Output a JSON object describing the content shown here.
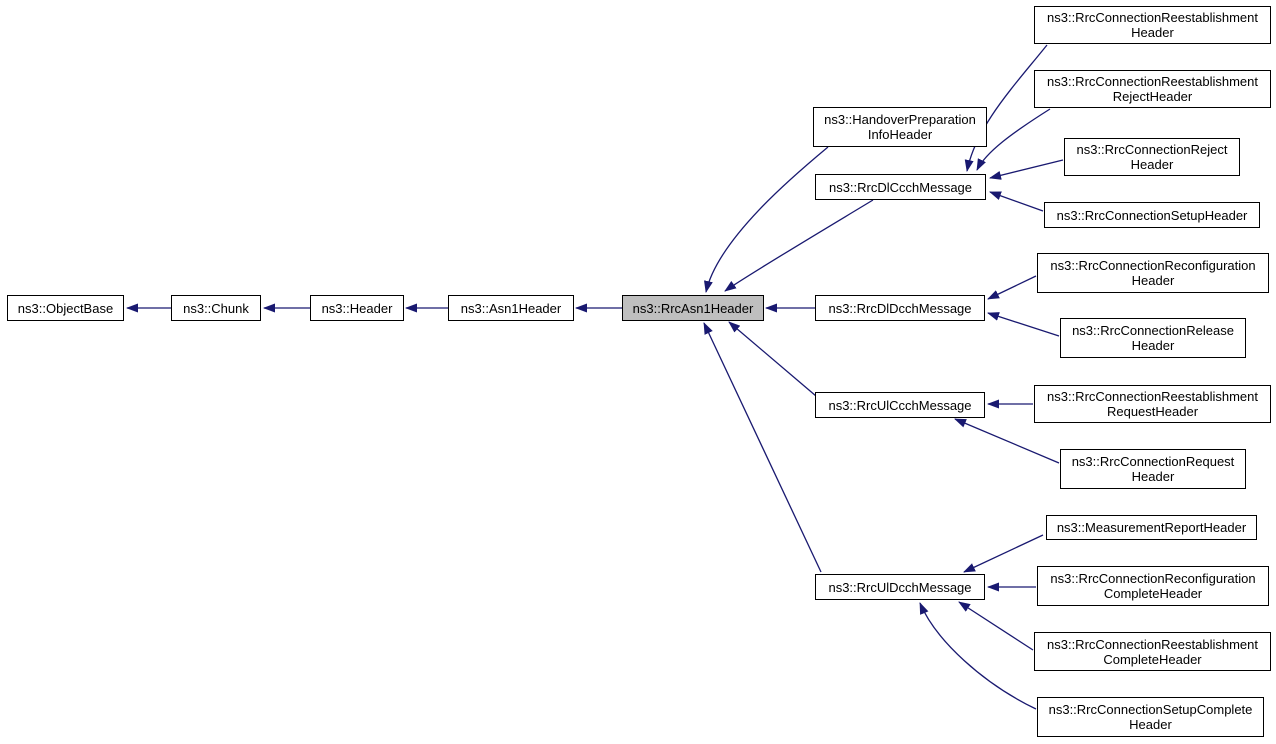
{
  "diagram_type": "class-inheritance-graph",
  "colors": {
    "arrow": "#191970",
    "box_border": "#000000",
    "box_fill": "#ffffff",
    "highlight_fill": "#bfbfbf",
    "text": "#000000"
  },
  "nodes": {
    "object_base": {
      "label": "ns3::ObjectBase",
      "lines": [
        "ns3::ObjectBase"
      ]
    },
    "chunk": {
      "label": "ns3::Chunk",
      "lines": [
        "ns3::Chunk"
      ]
    },
    "header": {
      "label": "ns3::Header",
      "lines": [
        "ns3::Header"
      ]
    },
    "asn1_header": {
      "label": "ns3::Asn1Header",
      "lines": [
        "ns3::Asn1Header"
      ]
    },
    "rrc_asn1_header": {
      "label": "ns3::RrcAsn1Header",
      "lines": [
        "ns3::RrcAsn1Header"
      ],
      "highlighted": true
    },
    "handover_preparation_info_header": {
      "label": "ns3::HandoverPreparationInfoHeader",
      "lines": [
        "ns3::HandoverPreparation",
        "InfoHeader"
      ]
    },
    "rrc_dl_ccch_message": {
      "label": "ns3::RrcDlCcchMessage",
      "lines": [
        "ns3::RrcDlCcchMessage"
      ]
    },
    "rrc_dl_dcch_message": {
      "label": "ns3::RrcDlDcchMessage",
      "lines": [
        "ns3::RrcDlDcchMessage"
      ]
    },
    "rrc_ul_ccch_message": {
      "label": "ns3::RrcUlCcchMessage",
      "lines": [
        "ns3::RrcUlCcchMessage"
      ]
    },
    "rrc_ul_dcch_message": {
      "label": "ns3::RrcUlDcchMessage",
      "lines": [
        "ns3::RrcUlDcchMessage"
      ]
    },
    "rrc_connection_reestablishment_header": {
      "label": "ns3::RrcConnectionReestablishmentHeader",
      "lines": [
        "ns3::RrcConnectionReestablishment",
        "Header"
      ]
    },
    "rrc_connection_reestablishment_reject_header": {
      "label": "ns3::RrcConnectionReestablishmentRejectHeader",
      "lines": [
        "ns3::RrcConnectionReestablishment",
        "RejectHeader"
      ]
    },
    "rrc_connection_reject_header": {
      "label": "ns3::RrcConnectionRejectHeader",
      "lines": [
        "ns3::RrcConnectionReject",
        "Header"
      ]
    },
    "rrc_connection_setup_header": {
      "label": "ns3::RrcConnectionSetupHeader",
      "lines": [
        "ns3::RrcConnectionSetupHeader"
      ]
    },
    "rrc_connection_reconfiguration_header": {
      "label": "ns3::RrcConnectionReconfigurationHeader",
      "lines": [
        "ns3::RrcConnectionReconfiguration",
        "Header"
      ]
    },
    "rrc_connection_release_header": {
      "label": "ns3::RrcConnectionReleaseHeader",
      "lines": [
        "ns3::RrcConnectionRelease",
        "Header"
      ]
    },
    "rrc_connection_reestablishment_request_header": {
      "label": "ns3::RrcConnectionReestablishmentRequestHeader",
      "lines": [
        "ns3::RrcConnectionReestablishment",
        "RequestHeader"
      ]
    },
    "rrc_connection_request_header": {
      "label": "ns3::RrcConnectionRequestHeader",
      "lines": [
        "ns3::RrcConnectionRequest",
        "Header"
      ]
    },
    "measurement_report_header": {
      "label": "ns3::MeasurementReportHeader",
      "lines": [
        "ns3::MeasurementReportHeader"
      ]
    },
    "rrc_connection_reconfiguration_complete_header": {
      "label": "ns3::RrcConnectionReconfigurationCompleteHeader",
      "lines": [
        "ns3::RrcConnectionReconfiguration",
        "CompleteHeader"
      ]
    },
    "rrc_connection_reestablishment_complete_header": {
      "label": "ns3::RrcConnectionReestablishmentCompleteHeader",
      "lines": [
        "ns3::RrcConnectionReestablishment",
        "CompleteHeader"
      ]
    },
    "rrc_connection_setup_complete_header": {
      "label": "ns3::RrcConnectionSetupCompleteHeader",
      "lines": [
        "ns3::RrcConnectionSetupComplete",
        "Header"
      ]
    }
  },
  "edges": [
    {
      "from": "chunk",
      "to": "object_base"
    },
    {
      "from": "header",
      "to": "chunk"
    },
    {
      "from": "asn1_header",
      "to": "header"
    },
    {
      "from": "rrc_asn1_header",
      "to": "asn1_header"
    },
    {
      "from": "handover_preparation_info_header",
      "to": "rrc_asn1_header"
    },
    {
      "from": "rrc_dl_ccch_message",
      "to": "rrc_asn1_header"
    },
    {
      "from": "rrc_dl_dcch_message",
      "to": "rrc_asn1_header"
    },
    {
      "from": "rrc_ul_ccch_message",
      "to": "rrc_asn1_header"
    },
    {
      "from": "rrc_ul_dcch_message",
      "to": "rrc_asn1_header"
    },
    {
      "from": "rrc_connection_reestablishment_header",
      "to": "rrc_dl_ccch_message"
    },
    {
      "from": "rrc_connection_reestablishment_reject_header",
      "to": "rrc_dl_ccch_message"
    },
    {
      "from": "rrc_connection_reject_header",
      "to": "rrc_dl_ccch_message"
    },
    {
      "from": "rrc_connection_setup_header",
      "to": "rrc_dl_ccch_message"
    },
    {
      "from": "rrc_connection_reconfiguration_header",
      "to": "rrc_dl_dcch_message"
    },
    {
      "from": "rrc_connection_release_header",
      "to": "rrc_dl_dcch_message"
    },
    {
      "from": "rrc_connection_reestablishment_request_header",
      "to": "rrc_ul_ccch_message"
    },
    {
      "from": "rrc_connection_request_header",
      "to": "rrc_ul_ccch_message"
    },
    {
      "from": "measurement_report_header",
      "to": "rrc_ul_dcch_message"
    },
    {
      "from": "rrc_connection_reconfiguration_complete_header",
      "to": "rrc_ul_dcch_message"
    },
    {
      "from": "rrc_connection_reestablishment_complete_header",
      "to": "rrc_ul_dcch_message"
    },
    {
      "from": "rrc_connection_setup_complete_header",
      "to": "rrc_ul_dcch_message"
    }
  ]
}
